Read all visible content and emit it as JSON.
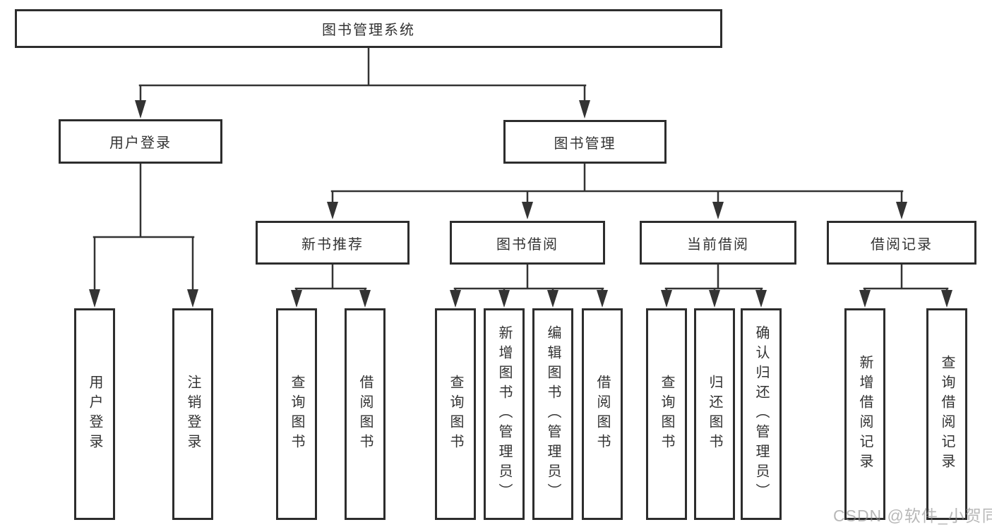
{
  "tree": {
    "root": {
      "label": "图书管理系统"
    },
    "branches": [
      {
        "label": "用户登录",
        "children": [
          {
            "label": "用户登录"
          },
          {
            "label": "注销登录"
          }
        ]
      },
      {
        "label": "图书管理",
        "children": [
          {
            "label": "新书推荐",
            "children": [
              {
                "label": "查询图书"
              },
              {
                "label": "借阅图书"
              }
            ]
          },
          {
            "label": "图书借阅",
            "children": [
              {
                "label": "查询图书"
              },
              {
                "label": "新增图书（管理员）"
              },
              {
                "label": "编辑图书（管理员）"
              },
              {
                "label": "借阅图书"
              }
            ]
          },
          {
            "label": "当前借阅",
            "children": [
              {
                "label": "查询图书"
              },
              {
                "label": "归还图书"
              },
              {
                "label": "确认归还（管理员）"
              }
            ]
          },
          {
            "label": "借阅记录",
            "children": [
              {
                "label": "新增借阅记录"
              },
              {
                "label": "查询借阅记录"
              }
            ]
          }
        ]
      }
    ]
  },
  "watermark": {
    "text": "CSDN @软件_小贺同学"
  },
  "colors": {
    "line": "#333333",
    "box_border": "#2d2d2d",
    "text": "#333333",
    "background": "#ffffff",
    "watermark": "#8c8c8c"
  }
}
